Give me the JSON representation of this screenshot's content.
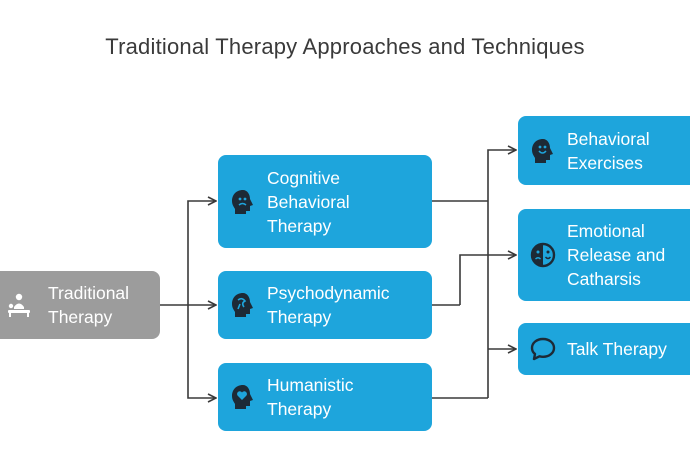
{
  "title": "Traditional Therapy Approaches and Techniques",
  "colors": {
    "node_blue": "#1ea5dc",
    "node_gray": "#9c9c9c",
    "connector": "#3a3a3a"
  },
  "nodes": {
    "root": {
      "label": "Traditional\nTherapy",
      "icon": "therapy-session-icon"
    },
    "cbt": {
      "label": "Cognitive\nBehavioral\nTherapy",
      "icon": "head-face-icon"
    },
    "psycho": {
      "label": "Psychodynamic\nTherapy",
      "icon": "head-mind-icon"
    },
    "humanistic": {
      "label": "Humanistic\nTherapy",
      "icon": "head-heart-icon"
    },
    "behavioral": {
      "label": "Behavioral\nExercises",
      "icon": "head-smile-icon"
    },
    "emotional": {
      "label": "Emotional\nRelease and\nCatharsis",
      "icon": "drama-mask-icon"
    },
    "talk": {
      "label": "Talk Therapy",
      "icon": "speech-bubble-icon"
    }
  }
}
